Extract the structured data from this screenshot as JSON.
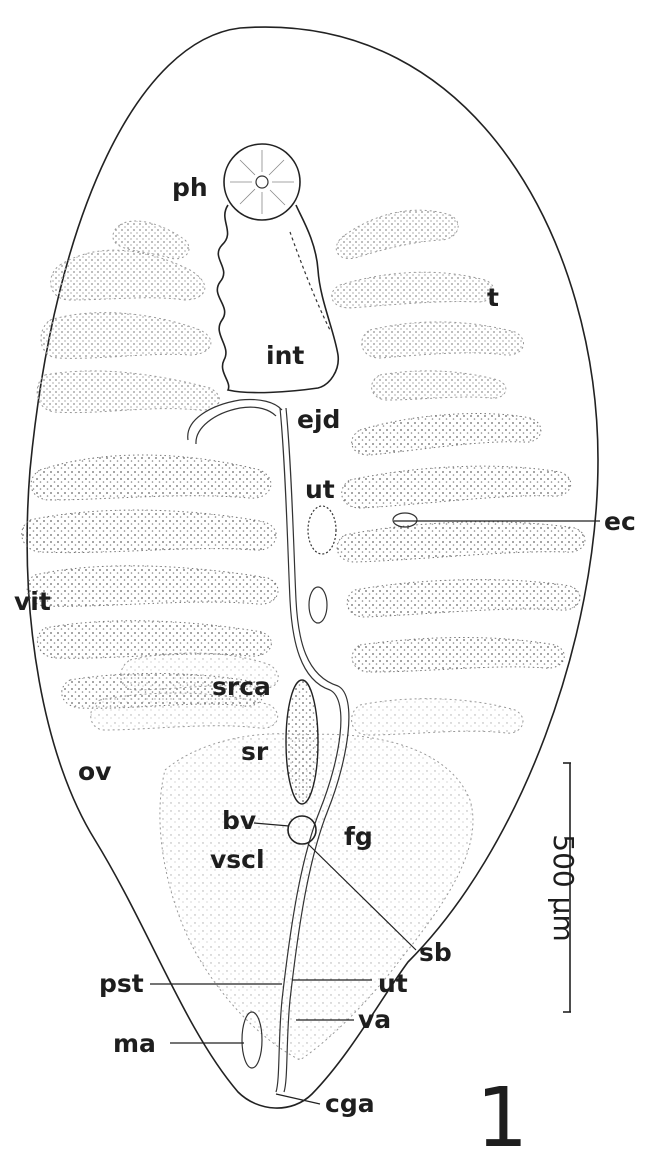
{
  "figure": {
    "figure_number": "1",
    "scale_bar_label": "500 µm",
    "labels": {
      "ph": "ph",
      "t": "t",
      "int": "int",
      "ejd": "ejd",
      "ut_upper": "ut",
      "ec": "ec",
      "vit": "vit",
      "srca": "srca",
      "sr": "sr",
      "ov": "ov",
      "bv": "bv",
      "fg": "fg",
      "vscl": "vscl",
      "sb": "sb",
      "pst": "pst",
      "ut_lower": "ut",
      "va": "va",
      "ma": "ma",
      "cga": "cga"
    }
  }
}
